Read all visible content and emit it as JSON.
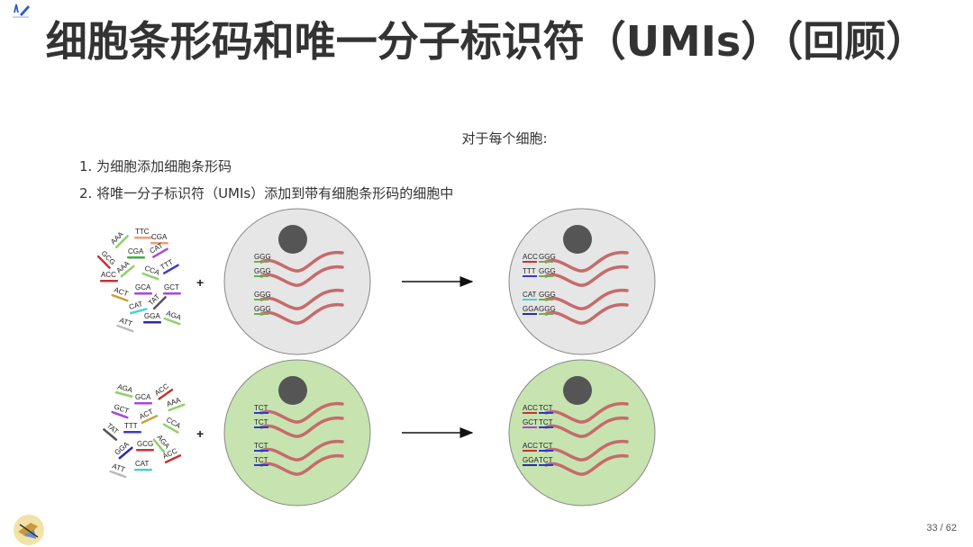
{
  "slide": {
    "title": "细胞条形码和唯一分子标识符（UMIs）（回顾）",
    "subtitle": "对于每个细胞:",
    "steps": [
      "1. 为细胞添加细胞条形码",
      "2. 将唯一分子标识符（UMIs）添加到带有细胞条形码的细胞中"
    ],
    "page_number": "33 / 62"
  },
  "diagram": {
    "plus_sign": "+",
    "rows": [
      {
        "cell_color": "#e6e6e6",
        "pool": [
          {
            "text": "TTC",
            "color": "#e8a07a"
          },
          {
            "text": "AAA",
            "color": "#8fd16b"
          },
          {
            "text": "CGA",
            "color": "#e8a07a"
          },
          {
            "text": "GCG",
            "color": "#c83232"
          },
          {
            "text": "CGA",
            "color": "#44aa44"
          },
          {
            "text": "CAT",
            "color": "#a44ad6"
          },
          {
            "text": "ACC",
            "color": "#c83232"
          },
          {
            "text": "AAA",
            "color": "#8fd16b"
          },
          {
            "text": "CCA",
            "color": "#8fd16b"
          },
          {
            "text": "TTT",
            "color": "#3a3ad0"
          },
          {
            "text": "GCA",
            "color": "#a44ad6"
          },
          {
            "text": "GCT",
            "color": "#a44ad6"
          },
          {
            "text": "ACT",
            "color": "#c8a23a"
          },
          {
            "text": "CAT",
            "color": "#4ad0d0"
          },
          {
            "text": "TAT",
            "color": "#555555"
          },
          {
            "text": "ATT",
            "color": "#bbbbbb"
          },
          {
            "text": "GGA",
            "color": "#2a2ab0"
          },
          {
            "text": "AGA",
            "color": "#8fd16b"
          }
        ],
        "before": {
          "barcodes": [
            {
              "text": "GGG",
              "color": "#6ab04c"
            },
            {
              "text": "GGG",
              "color": "#6ab04c"
            },
            {
              "text": "GGG",
              "color": "#6ab04c"
            },
            {
              "text": "GGG",
              "color": "#6ab04c"
            }
          ]
        },
        "after": {
          "labels": [
            {
              "umi": "ACC",
              "umi_color": "#c83232",
              "bc": "GGG",
              "bc_color": "#6ab04c"
            },
            {
              "umi": "TTT",
              "umi_color": "#3a3ad0",
              "bc": "GGG",
              "bc_color": "#6ab04c"
            },
            {
              "umi": "CAT",
              "umi_color": "#4ad0d0",
              "bc": "GGG",
              "bc_color": "#6ab04c"
            },
            {
              "umi": "GGA",
              "umi_color": "#2a2ab0",
              "bc": "GGG",
              "bc_color": "#6ab04c"
            }
          ]
        }
      },
      {
        "cell_color": "#c6e3b0",
        "pool": [
          {
            "text": "AGA",
            "color": "#8fd16b"
          },
          {
            "text": "GCA",
            "color": "#a44ad6"
          },
          {
            "text": "ACC",
            "color": "#c83232"
          },
          {
            "text": "GCT",
            "color": "#a44ad6"
          },
          {
            "text": "AAA",
            "color": "#8fd16b"
          },
          {
            "text": "ACT",
            "color": "#c8a23a"
          },
          {
            "text": "TAT",
            "color": "#555555"
          },
          {
            "text": "TTT",
            "color": "#3a3ad0"
          },
          {
            "text": "CCA",
            "color": "#8fd16b"
          },
          {
            "text": "AGA",
            "color": "#8fd16b"
          },
          {
            "text": "GCG",
            "color": "#c83232"
          },
          {
            "text": "GGA",
            "color": "#2a2ab0"
          },
          {
            "text": "ACC",
            "color": "#c83232"
          },
          {
            "text": "CAT",
            "color": "#4ad0d0"
          },
          {
            "text": "ATT",
            "color": "#bbbbbb"
          }
        ],
        "before": {
          "barcodes": [
            {
              "text": "TCT",
              "color": "#2a3ad0"
            },
            {
              "text": "TCT",
              "color": "#2a3ad0"
            },
            {
              "text": "TCT",
              "color": "#2a3ad0"
            },
            {
              "text": "TCT",
              "color": "#2a3ad0"
            }
          ]
        },
        "after": {
          "labels": [
            {
              "umi": "ACC",
              "umi_color": "#c83232",
              "bc": "TCT",
              "bc_color": "#2a3ad0"
            },
            {
              "umi": "GCT",
              "umi_color": "#a44ad6",
              "bc": "TCT",
              "bc_color": "#2a3ad0"
            },
            {
              "umi": "ACC",
              "umi_color": "#c83232",
              "bc": "TCT",
              "bc_color": "#2a3ad0"
            },
            {
              "umi": "GGA",
              "umi_color": "#2a2ab0",
              "bc": "TCT",
              "bc_color": "#2a3ad0"
            }
          ]
        }
      }
    ]
  }
}
